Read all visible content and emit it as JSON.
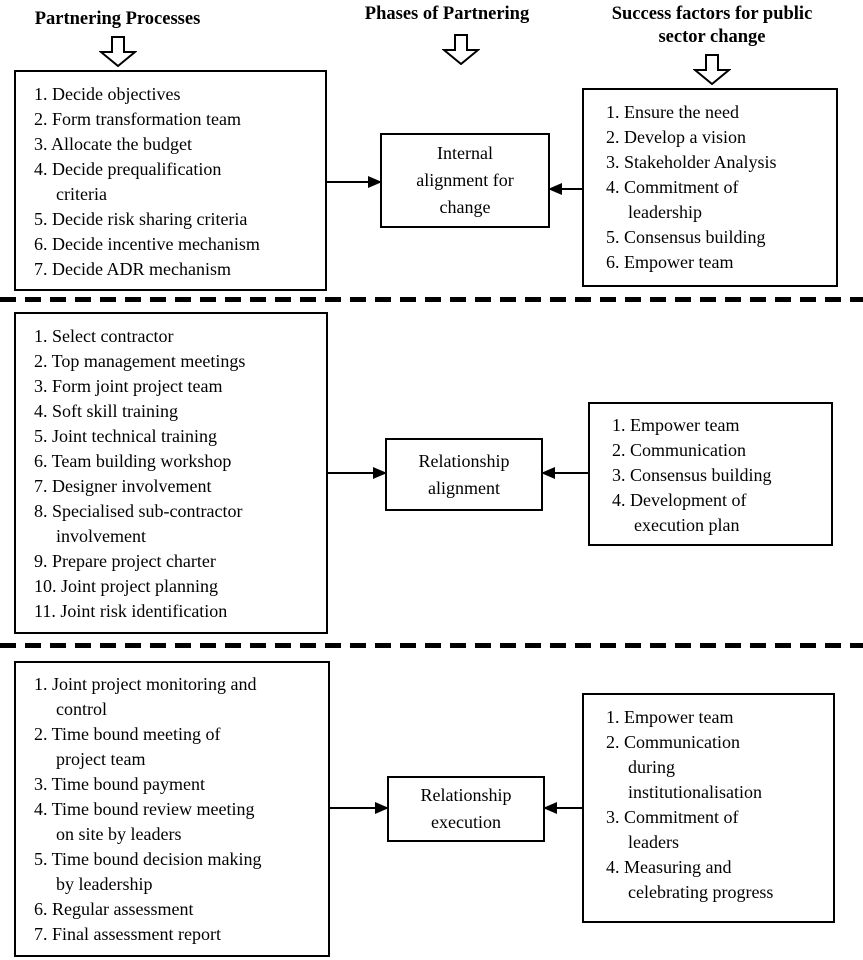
{
  "colors": {
    "ink": "#000000",
    "background": "#ffffff"
  },
  "icons": {
    "header_pointer": "down-block-arrow-icon"
  },
  "headers": {
    "left": "Partnering Processes",
    "middle": "Phases of Partnering",
    "right": "Success factors for public\nsector change"
  },
  "rows": [
    {
      "process_items": [
        "1. Decide objectives",
        "2. Form transformation team",
        "3. Allocate the budget",
        "4. Decide prequalification\ncriteria",
        "5. Decide risk sharing criteria",
        "6. Decide incentive mechanism",
        "7. Decide ADR mechanism"
      ],
      "phase": "Internal\nalignment for\nchange",
      "factor_items": [
        "1. Ensure the need",
        "2. Develop a vision",
        "3. Stakeholder Analysis",
        "4. Commitment of\nleadership",
        "5. Consensus building",
        "6. Empower team"
      ]
    },
    {
      "process_items": [
        "1. Select contractor",
        "2. Top management meetings",
        "3. Form joint project team",
        "4. Soft skill training",
        "5. Joint technical training",
        "6. Team building workshop",
        "7. Designer involvement",
        "8. Specialised sub-contractor\ninvolvement",
        "9. Prepare project charter",
        "10. Joint project planning",
        "11. Joint risk identification"
      ],
      "phase": "Relationship\nalignment",
      "factor_items": [
        "1. Empower team",
        "2. Communication",
        "3. Consensus building",
        "4. Development of\nexecution plan"
      ]
    },
    {
      "process_items": [
        "1. Joint project monitoring and\ncontrol",
        "2. Time bound meeting of\nproject team",
        "3. Time bound payment",
        "4. Time bound review meeting\non site by leaders",
        "5. Time bound decision making\nby leadership",
        "6. Regular assessment",
        "7. Final assessment report"
      ],
      "phase": "Relationship\nexecution",
      "factor_items": [
        "1. Empower team",
        "2. Communication\nduring\ninstitutionalisation",
        "3. Commitment of\nleaders",
        "4. Measuring and\ncelebrating progress"
      ]
    }
  ]
}
